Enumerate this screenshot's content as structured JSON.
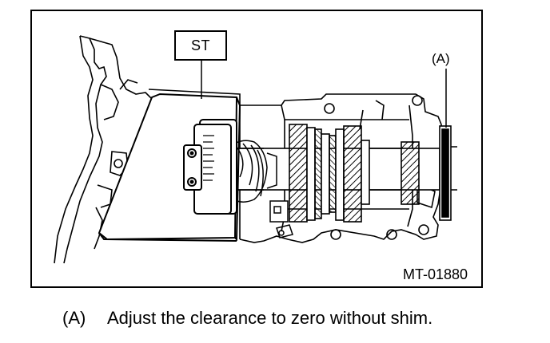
{
  "figure": {
    "labels": {
      "special_tool": "ST",
      "callout": "(A)"
    },
    "figure_id": "MT-01880"
  },
  "caption": {
    "key": "(A)",
    "text": "Adjust the clearance to zero without shim."
  }
}
